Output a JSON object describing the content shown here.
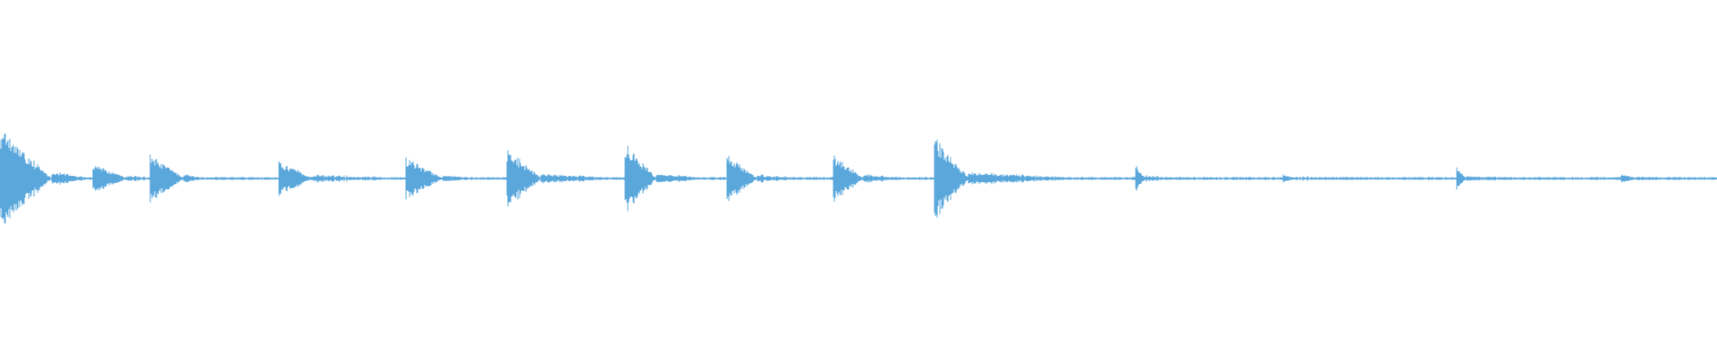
{
  "waveform": {
    "color": "#5aa7dc",
    "baseline_amplitude": 0.004,
    "noise_amplitude": 0.006,
    "segments": [
      {
        "start": 0.0,
        "peak": 0.32,
        "decay": 0.03,
        "tail": 0.05
      },
      {
        "start": 0.054,
        "peak": 0.1,
        "decay": 0.02,
        "tail": 0.03
      },
      {
        "start": 0.087,
        "peak": 0.16,
        "decay": 0.02,
        "tail": 0.03
      },
      {
        "start": 0.162,
        "peak": 0.12,
        "decay": 0.02,
        "tail": 0.06
      },
      {
        "start": 0.236,
        "peak": 0.14,
        "decay": 0.022,
        "tail": 0.035
      },
      {
        "start": 0.295,
        "peak": 0.2,
        "decay": 0.02,
        "tail": 0.055
      },
      {
        "start": 0.364,
        "peak": 0.24,
        "decay": 0.018,
        "tail": 0.04
      },
      {
        "start": 0.423,
        "peak": 0.16,
        "decay": 0.018,
        "tail": 0.035
      },
      {
        "start": 0.485,
        "peak": 0.16,
        "decay": 0.018,
        "tail": 0.035
      },
      {
        "start": 0.544,
        "peak": 0.28,
        "decay": 0.02,
        "tail": 0.075
      },
      {
        "start": 0.661,
        "peak": 0.1,
        "decay": 0.006,
        "tail": 0.02
      },
      {
        "start": 0.747,
        "peak": 0.03,
        "decay": 0.008,
        "tail": 0.02
      },
      {
        "start": 0.848,
        "peak": 0.08,
        "decay": 0.006,
        "tail": 0.025
      },
      {
        "start": 0.944,
        "peak": 0.03,
        "decay": 0.01,
        "tail": 0.02
      }
    ]
  }
}
